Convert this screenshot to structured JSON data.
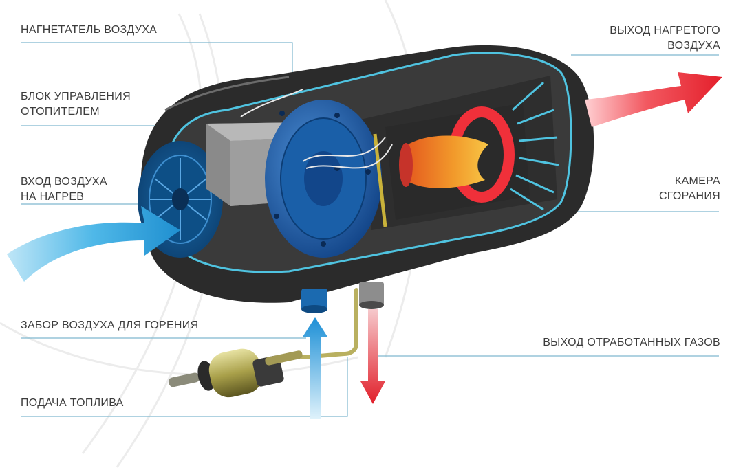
{
  "labels": {
    "blower": "НАГНЕТАТЕЛЬ ВОЗДУХА",
    "control_unit": [
      "БЛОК УПРАВЛЕНИЯ",
      "ОТОПИТЕЛЕМ"
    ],
    "air_inlet": [
      "ВХОД ВОЗДУХА",
      "НА НАГРЕВ"
    ],
    "combustion_air": "ЗАБОР ВОЗДУХА ДЛЯ ГОРЕНИЯ",
    "fuel_supply": "ПОДАЧА ТОПЛИВА",
    "hot_air_outlet": [
      "ВЫХОД НАГРЕТОГО",
      "ВОЗДУХА"
    ],
    "combustion_chamber": [
      "КАМЕРА",
      "СГОРАНИЯ"
    ],
    "exhaust_outlet": "ВЫХОД ОТРАБОТАННЫХ ГАЗОВ"
  },
  "colors": {
    "housing": "#2b2b2b",
    "inner_shell": "#4fc3e0",
    "blower": "#1a5fa8",
    "flame": "#f0303a",
    "cold_arrow": "#2a9fd6",
    "hot_arrow": "#e42530",
    "leader_line": "#7fb8cf"
  }
}
